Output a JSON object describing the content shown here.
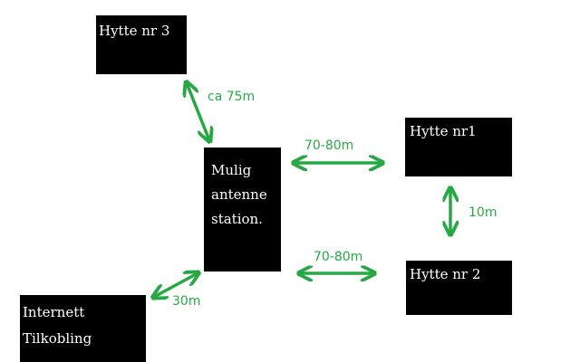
{
  "colors": {
    "background": "#ffffff",
    "node": "#000000",
    "node_text": "#ffffff",
    "arrow": "#27a845"
  },
  "nodes": {
    "hytte3": "Hytte nr 3",
    "hytte1": "Hytte nr1",
    "hytte2": "Hytte nr 2",
    "antenne": [
      "Mulig",
      "antenne",
      "station."
    ],
    "internett": [
      "Internett",
      "Tilkobling"
    ]
  },
  "distances": {
    "hytte3_antenne": "ca 75m",
    "antenne_hytte1": "70-80m",
    "antenne_hytte2": "70-80m",
    "hytte1_hytte2": "10m",
    "internett_antenne": "30m"
  }
}
